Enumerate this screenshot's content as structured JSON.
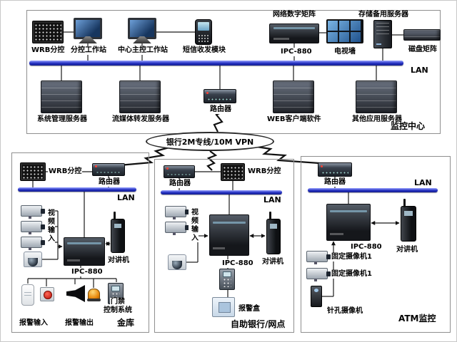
{
  "mc": {
    "section": "监控中心",
    "lan": "LAN",
    "wrb": "WRB分控",
    "ws1": "分控工作站",
    "ws2": "中心主控工作站",
    "sms": "短信收发模块",
    "matrix_title": "网络数字矩阵",
    "matrix_dev": "IPC-880",
    "tvwall": "电视墙",
    "storage": "存储备用服务器",
    "disk": "磁盘矩阵",
    "srv_sys": "系统管理服务器",
    "srv_stream": "流媒体转发服务器",
    "router": "路由器",
    "web": "WEB客户端软件",
    "srv_other": "其他应用服务器"
  },
  "wan": {
    "label": "银行2M专线/10M VPN"
  },
  "vault": {
    "section": "金库",
    "wrb": "WRB分控",
    "router": "路由器",
    "lan": "LAN",
    "video_in": "视频输入",
    "ipc": "IPC-880",
    "intercom": "对讲机",
    "access1": "门禁",
    "access2": "控制系统",
    "alarm_in": "报警输入",
    "alarm_out": "报警输出"
  },
  "branch": {
    "section": "自助银行/网点",
    "router": "路由器",
    "wrb": "WRB分控",
    "lan": "LAN",
    "video_in": "视频输入",
    "ipc": "IPC-880",
    "intercom": "对讲机",
    "alarm_box": "报警盒"
  },
  "atm": {
    "section": "ATM监控",
    "router": "路由器",
    "lan": "LAN",
    "ipc": "IPC-880",
    "intercom": "对讲机",
    "cam1": "固定摄像机1",
    "cam2": "固定摄像机1",
    "pinhole": "针孔摄像机"
  },
  "colors": {
    "lan_bar": "#2330c0",
    "line": "#1a1a1a"
  }
}
